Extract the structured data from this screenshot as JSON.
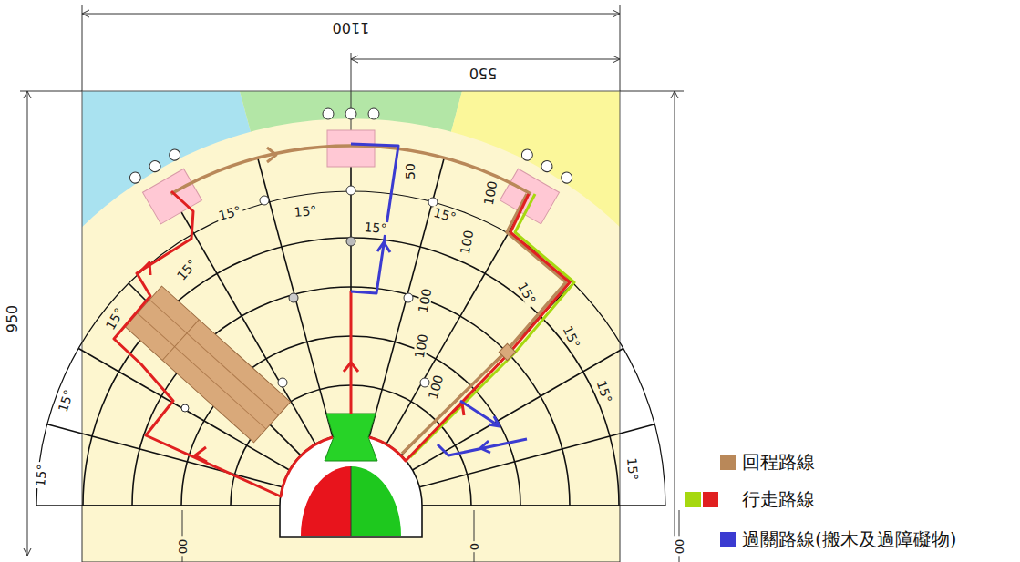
{
  "diagram": {
    "labels": [
      "1100",
      "550",
      "950",
      "50",
      "100",
      "100",
      "100",
      "100",
      "100",
      "15°",
      "15°",
      "15°",
      "15°",
      "15°",
      "15°",
      "15°",
      "15°",
      "15°",
      "15°",
      "15°",
      "15°",
      "00",
      "0",
      "00"
    ],
    "legend": [
      {
        "text": "回程路線",
        "color": "#b98859"
      },
      {
        "text": "行走路線",
        "color": "#e02020"
      },
      {
        "text": "過關路線(搬木及過障礙物)",
        "color": "#3b3bd1"
      }
    ]
  }
}
